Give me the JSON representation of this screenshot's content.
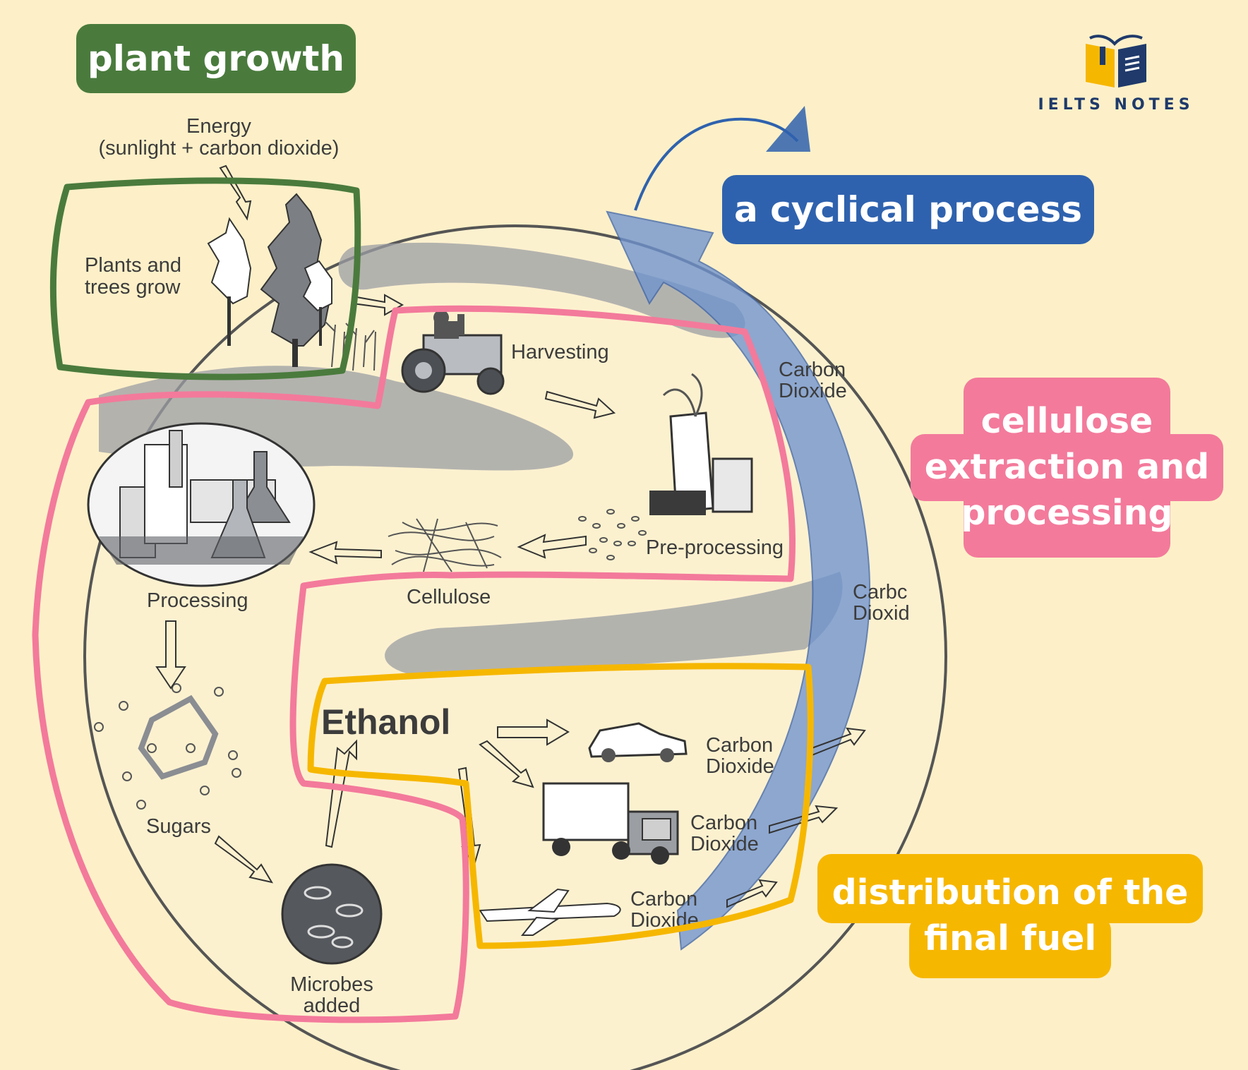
{
  "tags": {
    "plant_growth": "plant growth",
    "cyclical": "a cyclical process",
    "cellulose": "cellulose\nextraction and\nprocessing",
    "distribution": "distribution of the\nfinal fuel"
  },
  "logo": {
    "text": "IELTS NOTES"
  },
  "labels": {
    "energy_line1": "Energy",
    "energy_line2": "(sunlight + carbon dioxide)",
    "plants_line1": "Plants and",
    "plants_line2": "trees grow",
    "harvesting": "Harvesting",
    "preprocessing": "Pre-processing",
    "cellulose": "Cellulose",
    "processing": "Processing",
    "sugars": "Sugars",
    "microbes_line1": "Microbes",
    "microbes_line2": "added",
    "ethanol": "Ethanol",
    "co2_top_line1": "Carbon",
    "co2_top_line2": "Dioxide",
    "co2_mid_line1": "Carbc",
    "co2_mid_line2": "Dioxid",
    "co2_car_line1": "Carbon",
    "co2_car_line2": "Dioxide",
    "co2_truck_line1": "Carbon",
    "co2_truck_line2": "Dioxide",
    "co2_plane_line1": "Carbon",
    "co2_plane_line2": "Dioxide"
  },
  "colors": {
    "background": "#fdf0c8",
    "plant_green": "#4a7b3d",
    "cycle_blue": "#2f62ae",
    "cellulose_pink": "#f37a9b",
    "distribution_yellow": "#f6b700"
  }
}
